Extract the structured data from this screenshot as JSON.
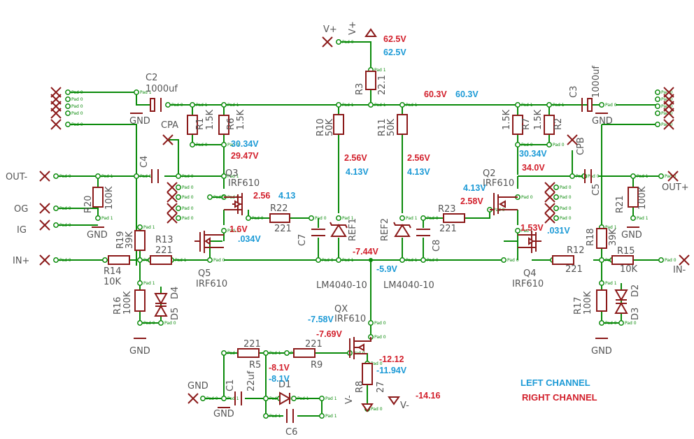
{
  "schematic": {
    "colors": {
      "wire": "#0a8a0a",
      "component": "#8b1a1a",
      "label": "#555555",
      "right_channel": "#d21f2b",
      "left_channel": "#1c9ad6"
    },
    "pad_text": {
      "p0": "Pad 0",
      "p1": "Pad 1"
    },
    "power": {
      "vplus": "V+",
      "vminus": "V-",
      "gnd": "GND"
    },
    "connectors": {
      "cpa": "CPA",
      "cpb": "CPB",
      "out_minus": "OUT-",
      "out_plus": "OUT+",
      "og": "OG",
      "ig": "IG",
      "in_plus": "IN+",
      "in_minus": "IN-"
    },
    "components": {
      "c2": {
        "ref": "C2",
        "value": "1000uf"
      },
      "c3": {
        "ref": "C3",
        "value": "1000uf"
      },
      "c4": {
        "ref": "C4"
      },
      "c5": {
        "ref": "C5"
      },
      "c7": {
        "ref": "C7"
      },
      "c8": {
        "ref": "C8"
      },
      "c1": {
        "ref": "C1",
        "value": "22uf"
      },
      "c6": {
        "ref": "C6"
      },
      "r1": {
        "ref": "R1",
        "value": "1.5K"
      },
      "r6": {
        "ref": "R6",
        "value": "1.5K"
      },
      "r7": {
        "ref": "R7",
        "value": "1.5K"
      },
      "r2": {
        "ref": "R2",
        "value": "1.5K"
      },
      "r3": {
        "ref": "R3",
        "value": "22.1"
      },
      "r10": {
        "ref": "R10",
        "value": "50K"
      },
      "r11": {
        "ref": "R11",
        "value": "50K"
      },
      "r20": {
        "ref": "R20",
        "value": "100K"
      },
      "r21": {
        "ref": "R21",
        "value": "100K"
      },
      "r19": {
        "ref": "R19",
        "value": "39K"
      },
      "r18": {
        "ref": "R18",
        "value": "39K"
      },
      "r13": {
        "ref": "R13",
        "value": "221"
      },
      "r12": {
        "ref": "R12",
        "value": "221"
      },
      "r22": {
        "ref": "R22",
        "value": "221"
      },
      "r23": {
        "ref": "R23",
        "value": "221"
      },
      "r14": {
        "ref": "R14",
        "value": "10K"
      },
      "r15": {
        "ref": "R15",
        "value": "10K"
      },
      "r16": {
        "ref": "R16",
        "value": "100K"
      },
      "r17": {
        "ref": "R17",
        "value": "100K"
      },
      "r5": {
        "ref": "R5",
        "value": "221"
      },
      "r9": {
        "ref": "R9",
        "value": "221"
      },
      "r8": {
        "ref": "R8",
        "value": "27"
      },
      "q3": {
        "ref": "Q3",
        "value": "IRF610"
      },
      "q5": {
        "ref": "Q5",
        "value": "IRF610"
      },
      "q2": {
        "ref": "Q2",
        "value": "IRF610"
      },
      "q4": {
        "ref": "Q4",
        "value": "IRF610"
      },
      "qx": {
        "ref": "QX",
        "value": "IRF610"
      },
      "ref1": {
        "ref": "REF1",
        "value": "LM4040-10"
      },
      "ref2": {
        "ref": "REF2",
        "value": "LM4040-10"
      },
      "d1": {
        "ref": "D1"
      },
      "d2": {
        "ref": "D2"
      },
      "d3": {
        "ref": "D3"
      },
      "d4": {
        "ref": "D4"
      },
      "d5": {
        "ref": "D5"
      }
    },
    "voltages": {
      "vplus_right": "62.5V",
      "vplus_left": "62.5V",
      "rail_right": "60.3V",
      "rail_left": "60.3V",
      "q3_drain_left": "30.34V",
      "q3_drain_right": "29.47V",
      "q2_drain_left": "30.34V",
      "q2_drain_right": "34.0V",
      "ref1_right": "2.56V",
      "ref1_left": "4.13V",
      "ref2_right": "2.56V",
      "ref2_left": "4.13V",
      "q3_src_right": "2.56",
      "q3_src_left": "4.13",
      "q2_src_left": "4.13V",
      "q2_src_right": "2.58V",
      "q5_drain_right": "1.6V",
      "q5_drain_left": ".034V",
      "q4_drain_right": "1.53V",
      "q4_drain_left": ".031V",
      "common_right": "-7.44V",
      "common_left": "-5.9V",
      "qx_drain_left": "-7.58V",
      "qx_drain_right": "-7.69V",
      "qx_src_right": "-12.12",
      "qx_src_left": "-11.94V",
      "r5_right": "-8.1V",
      "r5_left": "-8.1V",
      "vminus_right": "-14.16"
    },
    "legend": {
      "left": "LEFT CHANNEL",
      "right": "RIGHT CHANNEL"
    }
  }
}
